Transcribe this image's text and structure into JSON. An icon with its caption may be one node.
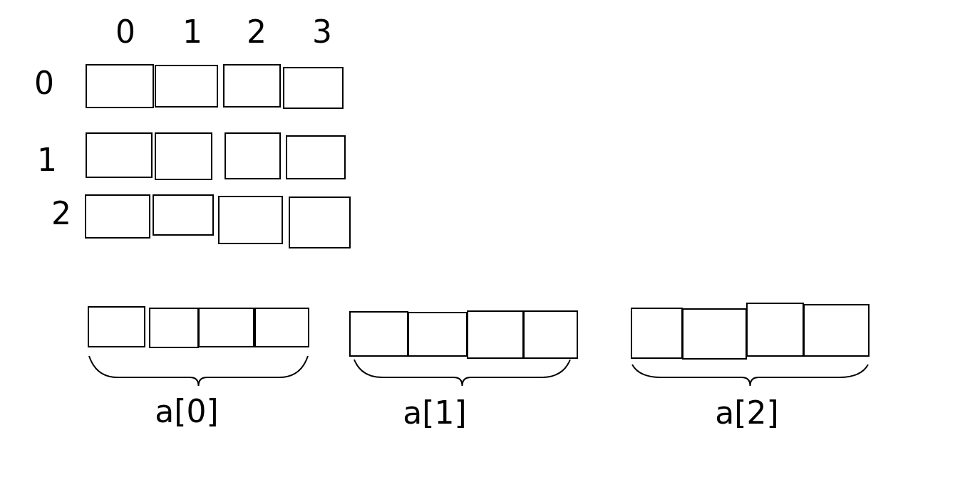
{
  "diagram": {
    "nodes": [
      {
        "text": [],
        "shape": "box"
      },
      {
        "text": [],
        "shape": "box"
      },
      {
        "text": [],
        "shape": "box"
      },
      {
        "text": [],
        "shape": "box"
      },
      {
        "text": [],
        "shape": "box"
      },
      {
        "text": [],
        "shape": "box"
      },
      {
        "text": [],
        "shape": "box"
      },
      {
        "text": [],
        "shape": "box"
      },
      {
        "text": [],
        "shape": "box"
      },
      {
        "text": [],
        "shape": "box"
      },
      {
        "text": [],
        "shape": "box"
      },
      {
        "text": [],
        "shape": "box"
      },
      {
        "text": [],
        "shape": "box"
      },
      {
        "text": [],
        "shape": "box"
      },
      {
        "text": [],
        "shape": "box"
      },
      {
        "text": [],
        "shape": "box"
      },
      {
        "text": [],
        "shape": "box"
      },
      {
        "text": [],
        "shape": "box"
      },
      {
        "text": [],
        "shape": "box"
      },
      {
        "text": [],
        "shape": "box"
      },
      {
        "text": [],
        "shape": "box"
      },
      {
        "text": [],
        "shape": "box"
      },
      {
        "text": [],
        "shape": "box"
      },
      {
        "text": [],
        "shape": "box"
      }
    ],
    "labels": [
      "0",
      "1",
      "2",
      "3",
      "0",
      "1",
      "2",
      "a[0]",
      "a[1]",
      "a[2]"
    ]
  }
}
